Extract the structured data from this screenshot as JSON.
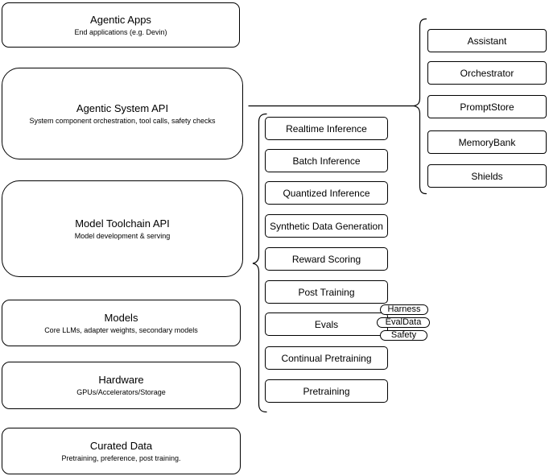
{
  "colors": {
    "background": "#ffffff",
    "node_fill": "#ffffff",
    "node_border": "#000000",
    "text": "#000000",
    "connector": "#000000"
  },
  "stack": {
    "boxes": [
      {
        "title": "Agentic Apps",
        "subtitle": "End applications (e.g. Devin)"
      },
      {
        "title": "Agentic System API",
        "subtitle": "System component orchestration, tool calls, safety checks"
      },
      {
        "title": "Model Toolchain API",
        "subtitle": "Model development & serving"
      },
      {
        "title": "Models",
        "subtitle": "Core LLMs, adapter weights, secondary models"
      },
      {
        "title": "Hardware",
        "subtitle": "GPUs/Accelerators/Storage"
      },
      {
        "title": "Curated Data",
        "subtitle": "Pretraining, preference, post training."
      }
    ]
  },
  "toolchain": {
    "items": [
      "Realtime Inference",
      "Batch Inference",
      "Quantized Inference",
      "Synthetic Data Generation",
      "Reward Scoring",
      "Post Training",
      "Evals",
      "Continual Pretraining",
      "Pretraining"
    ]
  },
  "evals": {
    "pills": [
      "Harness",
      "EvalData",
      "Safety"
    ]
  },
  "components": {
    "items": [
      "Assistant",
      "Orchestrator",
      "PromptStore",
      "MemoryBank",
      "Shields"
    ]
  }
}
